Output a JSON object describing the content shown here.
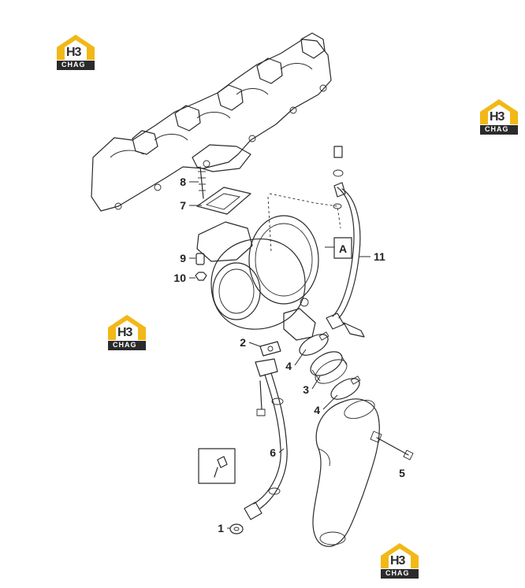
{
  "logo": {
    "top_text": "H3",
    "bottom_text": "CHAG",
    "colors": {
      "gold": "#f2b817",
      "dark": "#2b2b2b",
      "light": "#ffffff"
    }
  },
  "callouts": [
    {
      "id": "1",
      "label": "1"
    },
    {
      "id": "2",
      "label": "2"
    },
    {
      "id": "3",
      "label": "3"
    },
    {
      "id": "4a",
      "label": "4"
    },
    {
      "id": "4b",
      "label": "4"
    },
    {
      "id": "5",
      "label": "5"
    },
    {
      "id": "6",
      "label": "6"
    },
    {
      "id": "7",
      "label": "7"
    },
    {
      "id": "8",
      "label": "8"
    },
    {
      "id": "9",
      "label": "9"
    },
    {
      "id": "10",
      "label": "10"
    },
    {
      "id": "11",
      "label": "11"
    }
  ],
  "detail_tag": {
    "label": "A"
  }
}
